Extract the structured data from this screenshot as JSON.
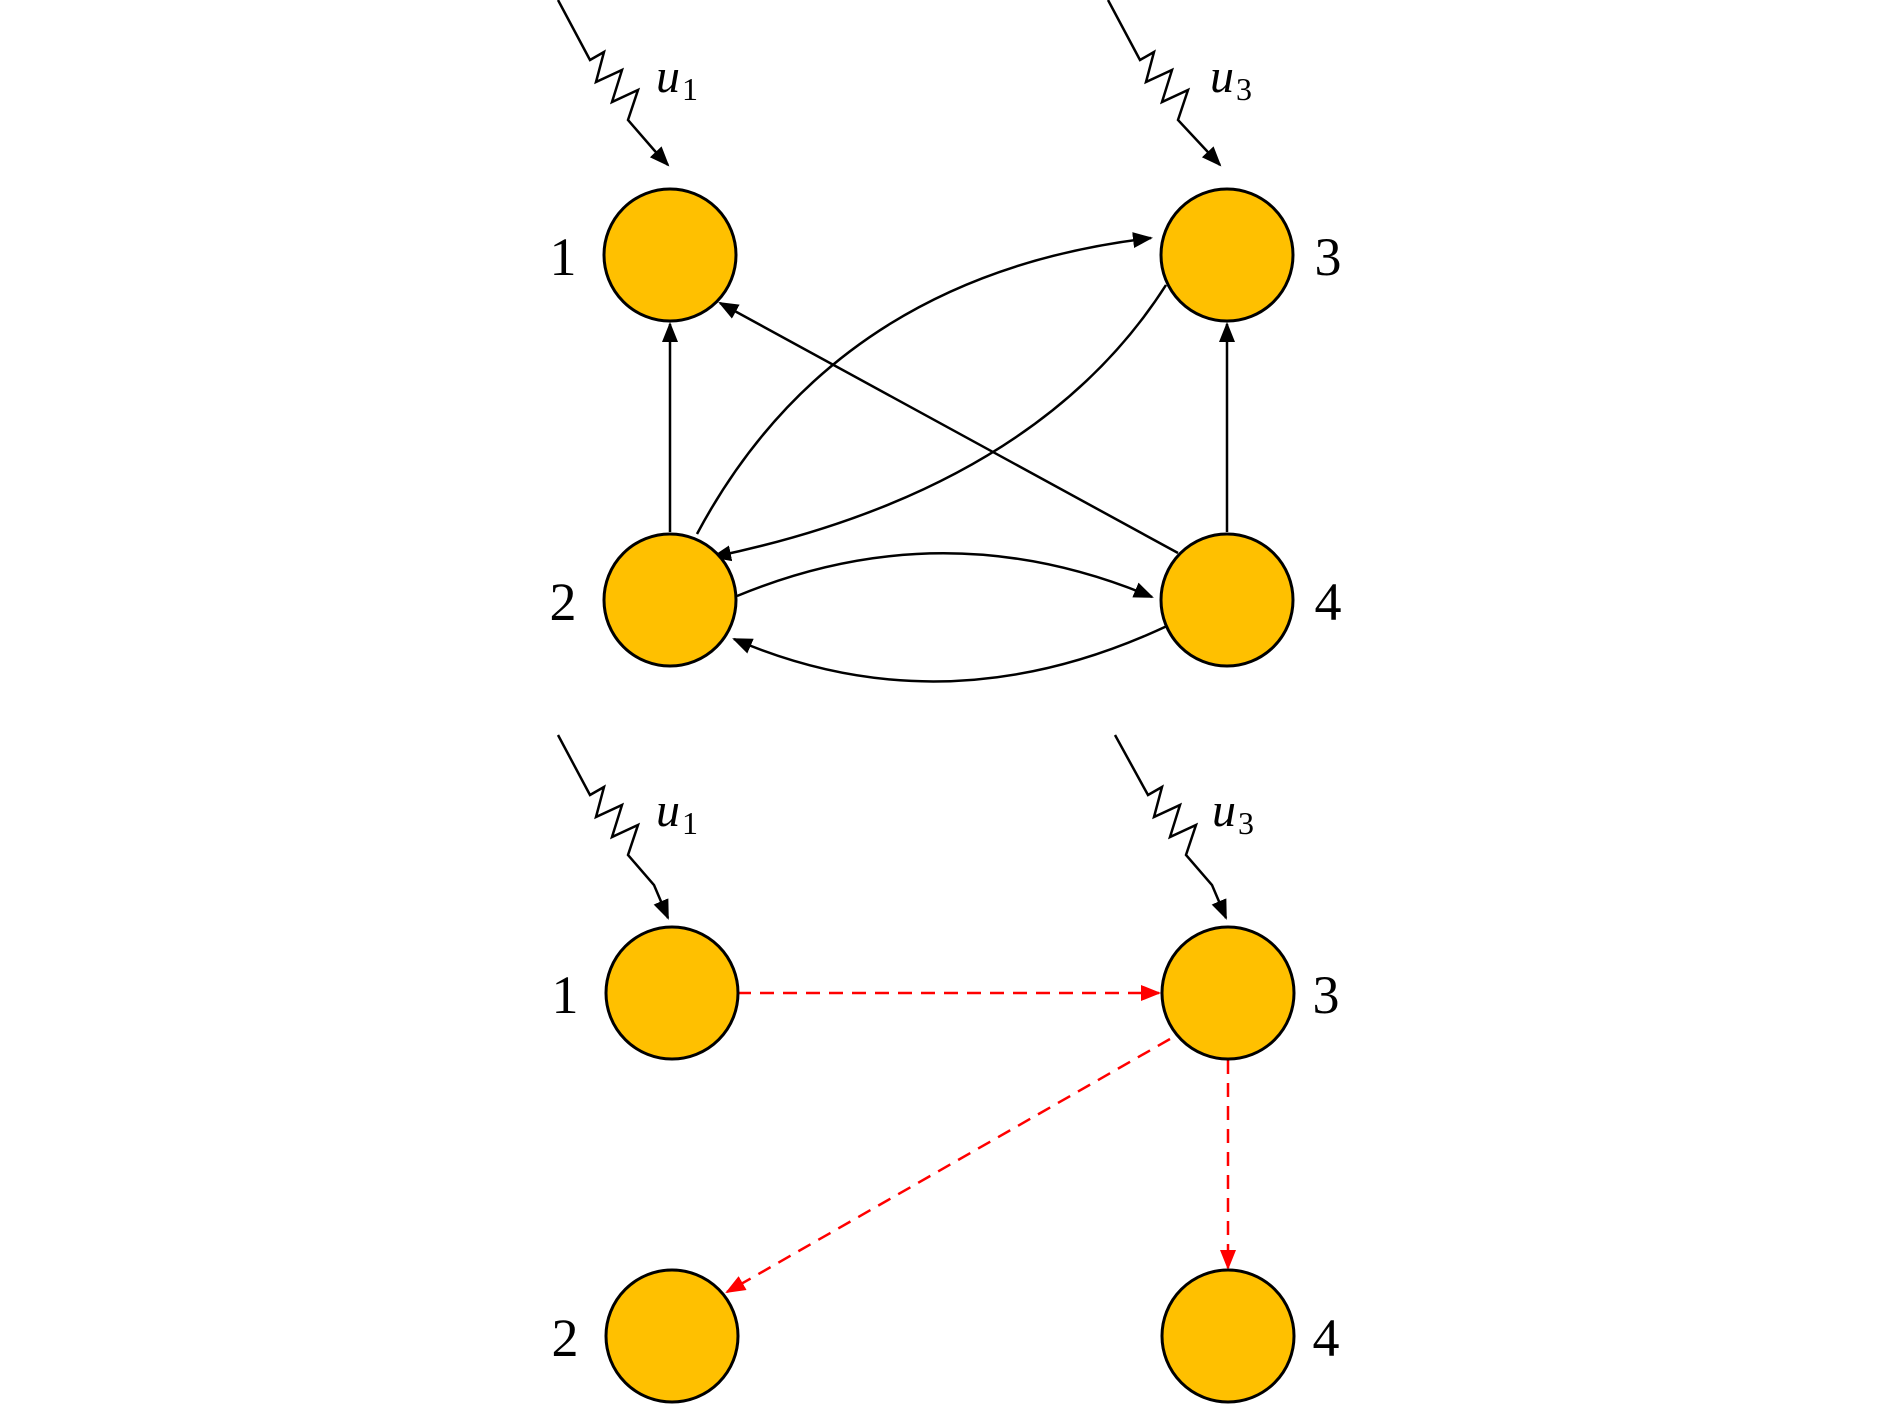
{
  "colors": {
    "node_fill": "#FFC000",
    "node_stroke": "#000000",
    "edge": "#000000",
    "highlight_edge": "#FF0000"
  },
  "graphs": [
    {
      "nodes": [
        {
          "id": "1",
          "label": "1"
        },
        {
          "id": "2",
          "label": "2"
        },
        {
          "id": "3",
          "label": "3"
        },
        {
          "id": "4",
          "label": "4"
        }
      ],
      "inputs": [
        {
          "target": "1",
          "var": "u",
          "sub": "1"
        },
        {
          "target": "3",
          "var": "u",
          "sub": "3"
        }
      ],
      "edges": [
        {
          "from": "2",
          "to": "1",
          "style": "solid"
        },
        {
          "from": "4",
          "to": "3",
          "style": "solid"
        },
        {
          "from": "4",
          "to": "1",
          "style": "solid"
        },
        {
          "from": "2",
          "to": "3",
          "style": "solid"
        },
        {
          "from": "3",
          "to": "2",
          "style": "solid"
        },
        {
          "from": "2",
          "to": "4",
          "style": "solid"
        },
        {
          "from": "4",
          "to": "2",
          "style": "solid"
        }
      ]
    },
    {
      "nodes": [
        {
          "id": "1",
          "label": "1"
        },
        {
          "id": "2",
          "label": "2"
        },
        {
          "id": "3",
          "label": "3"
        },
        {
          "id": "4",
          "label": "4"
        }
      ],
      "inputs": [
        {
          "target": "1",
          "var": "u",
          "sub": "1"
        },
        {
          "target": "3",
          "var": "u",
          "sub": "3"
        }
      ],
      "edges": [
        {
          "from": "1",
          "to": "3",
          "style": "dashed"
        },
        {
          "from": "3",
          "to": "2",
          "style": "dashed"
        },
        {
          "from": "3",
          "to": "4",
          "style": "dashed"
        }
      ]
    }
  ]
}
